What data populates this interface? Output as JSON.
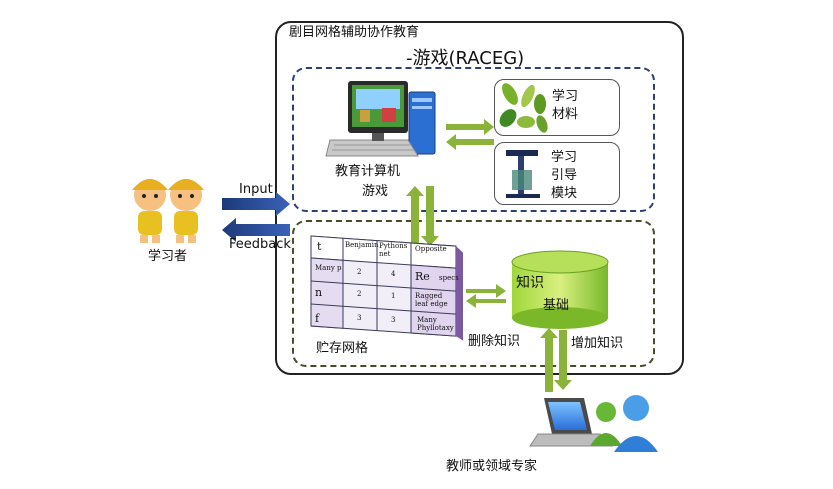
{
  "diagram": {
    "title_line1": "剧目网格辅助协作教育",
    "title_line2": "-游戏(RACEG)",
    "computer_label_1": "教育计算机",
    "computer_label_2": "游戏",
    "learning_material_1": "学习",
    "learning_material_2": "材料",
    "guide_module_1": "学习",
    "guide_module_2": "引导",
    "guide_module_3": "模块",
    "learner_label": "学习者",
    "input_label": "Input",
    "feedback_label": "Feedback",
    "grid_label": "贮存网格",
    "knowledge_1": "知识",
    "knowledge_2": "基础",
    "delete_knowledge": "删除知识",
    "add_knowledge": "增加知识",
    "expert_label": "教师或领域专家",
    "grid_cells": {
      "h0": "t",
      "h1": "Benjamin",
      "h2": "Pythons net",
      "h3": "Opposite",
      "r1c0": "Many p",
      "r1c1": "2",
      "r1c2": "4",
      "r1c3": "Re",
      "r1c3b": "specs",
      "r2c0": "n",
      "r2c1": "2",
      "r2c2": "1",
      "r2c3": "Ragged leaf edge",
      "r3c0": "f",
      "r3c1": "3",
      "r3c2": "3",
      "r3c3": "Many Phyllotaxy"
    }
  }
}
